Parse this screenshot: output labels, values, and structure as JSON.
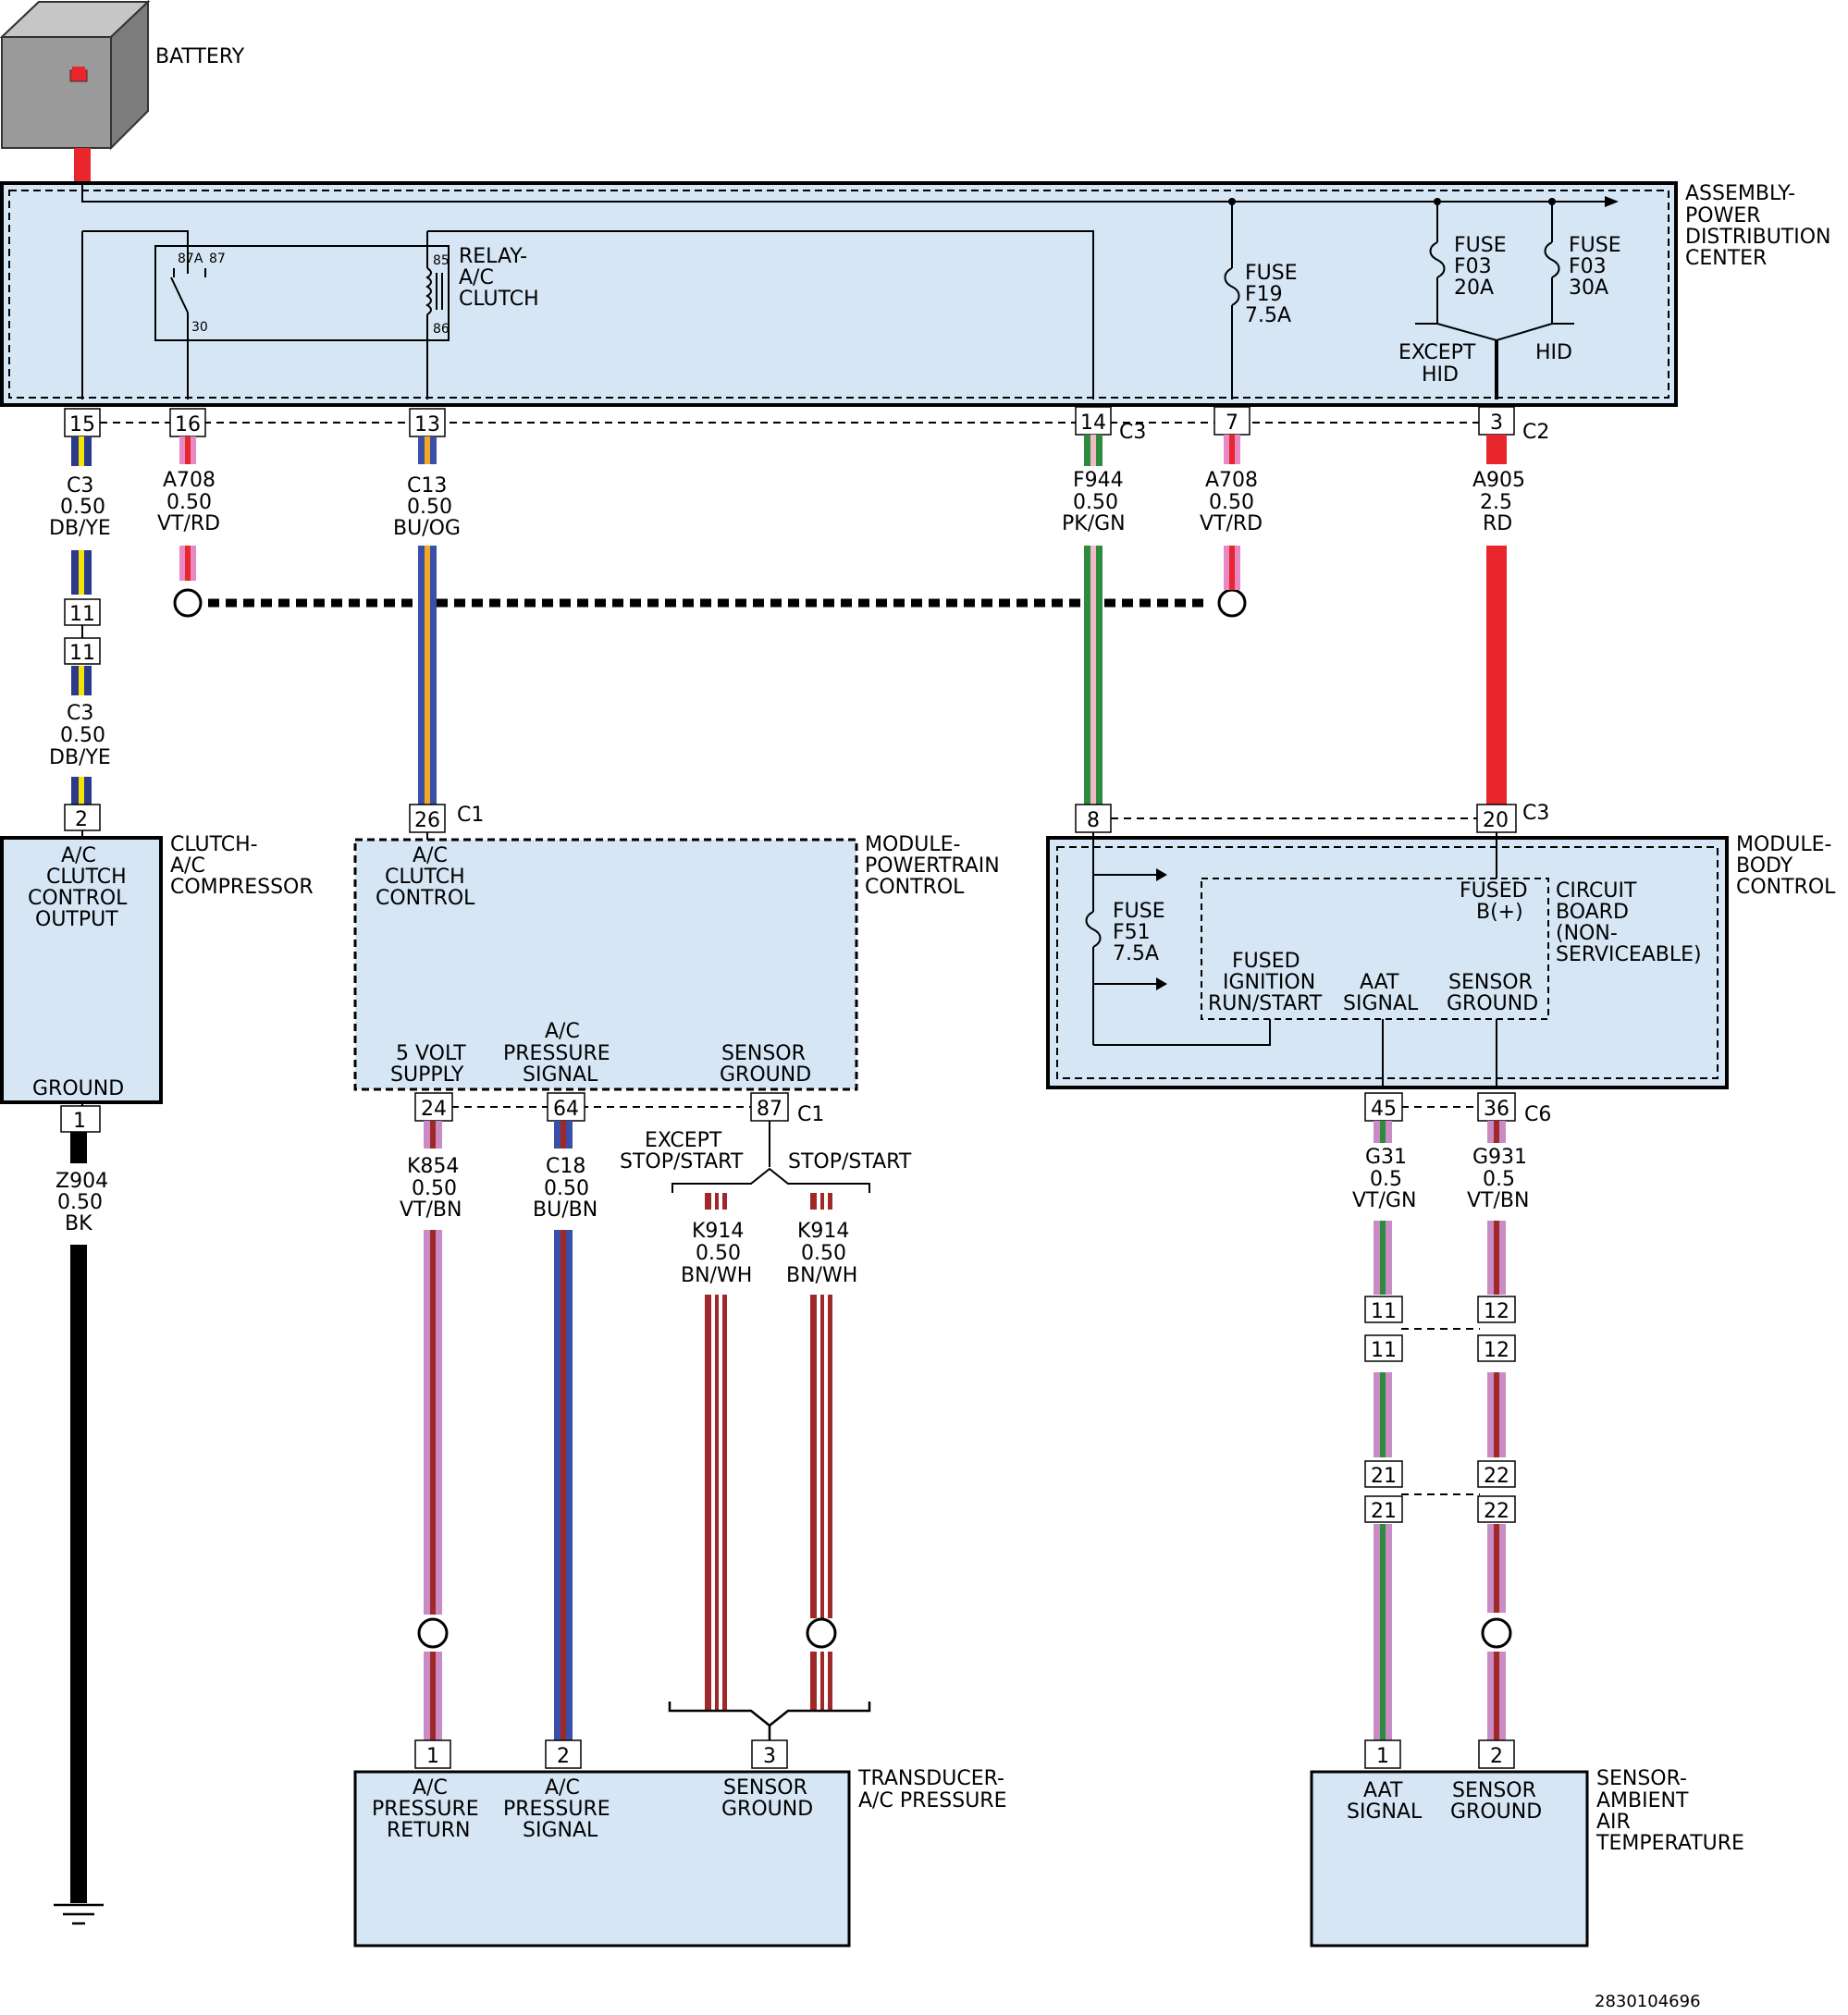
{
  "battery": {
    "label": "BATTERY"
  },
  "pdc": {
    "title": [
      "ASSEMBLY-",
      "POWER",
      "DISTRIBUTION",
      "CENTER"
    ],
    "relay_label": [
      "RELAY-",
      "A/C",
      "CLUTCH"
    ],
    "relay_pins": {
      "p87a": "87A",
      "p87": "87",
      "p30": "30",
      "p85": "85",
      "p86": "86"
    },
    "fuse_f19": [
      "FUSE",
      "F19",
      "7.5A"
    ],
    "fuse_f03_20": [
      "FUSE",
      "F03",
      "20A"
    ],
    "fuse_f03_30": [
      "FUSE",
      "F03",
      "30A"
    ],
    "except_hid": [
      "EXCEPT",
      "HID"
    ],
    "hid": "HID",
    "pins": {
      "p15": "15",
      "p16": "16",
      "p13": "13",
      "p14": "14",
      "p7": "7",
      "p3": "3"
    },
    "conn_c3": "C3",
    "conn_c2": "C2"
  },
  "wires": {
    "c3_top": [
      "C3",
      "0.50",
      "DB/YE"
    ],
    "a708_left": [
      "A708",
      "0.50",
      "VT/RD"
    ],
    "c13": [
      "C13",
      "0.50",
      "BU/OG"
    ],
    "f944": [
      "F944",
      "0.50",
      "PK/GN"
    ],
    "a708_right": [
      "A708",
      "0.50",
      "VT/RD"
    ],
    "a905": [
      "A905",
      "2.5",
      "RD"
    ],
    "c3_bottom": [
      "C3",
      "0.50",
      "DB/YE"
    ],
    "z904": [
      "Z904",
      "0.50",
      "BK"
    ],
    "k854": [
      "K854",
      "0.50",
      "VT/BN"
    ],
    "c18": [
      "C18",
      "0.50",
      "BU/BN"
    ],
    "k914_left": [
      "K914",
      "0.50",
      "BN/WH"
    ],
    "k914_right": [
      "K914",
      "0.50",
      "BN/WH"
    ],
    "g31": [
      "G31",
      "0.5",
      "VT/GN"
    ],
    "g931": [
      "G931",
      "0.5",
      "VT/BN"
    ]
  },
  "inline_pins": {
    "p11a": "11",
    "p11b": "11",
    "r11a": "11",
    "r11b": "11",
    "r12a": "12",
    "r12b": "12",
    "r21a": "21",
    "r21b": "21",
    "r22a": "22",
    "r22b": "22"
  },
  "clutch": {
    "title": [
      "CLUTCH-",
      "A/C",
      "COMPRESSOR"
    ],
    "pin2": "2",
    "pin1": "1",
    "output": [
      "A/C",
      "CLUTCH",
      "CONTROL",
      "OUTPUT"
    ],
    "ground": "GROUND"
  },
  "pcm": {
    "title": [
      "MODULE-",
      "POWERTRAIN",
      "CONTROL"
    ],
    "pin26": "26",
    "conn_c1_top": "C1",
    "clutch_control": [
      "A/C",
      "CLUTCH",
      "CONTROL"
    ],
    "five_volt": [
      "5 VOLT",
      "SUPPLY"
    ],
    "pressure_signal": [
      "A/C",
      "PRESSURE",
      "SIGNAL"
    ],
    "sensor_ground": [
      "SENSOR",
      "GROUND"
    ],
    "pin24": "24",
    "pin64": "64",
    "pin87": "87",
    "conn_c1_bottom": "C1",
    "except_stop_start": [
      "EXCEPT",
      "STOP/START"
    ],
    "stop_start": "STOP/START"
  },
  "bcm": {
    "title": [
      "MODULE-",
      "BODY",
      "CONTROL"
    ],
    "pin8": "8",
    "pin20": "20",
    "conn_c3": "C3",
    "fuse_f51": [
      "FUSE",
      "F51",
      "7.5A"
    ],
    "fused_b": [
      "FUSED",
      "B(+)"
    ],
    "circuit_board": [
      "CIRCUIT",
      "BOARD",
      "(NON-",
      "SERVICEABLE)"
    ],
    "fused_ign": [
      "FUSED",
      "IGNITION",
      "RUN/START"
    ],
    "aat_signal": [
      "AAT",
      "SIGNAL"
    ],
    "sensor_ground": [
      "SENSOR",
      "GROUND"
    ],
    "pin45": "45",
    "pin36": "36",
    "conn_c6": "C6"
  },
  "transducer": {
    "title": [
      "TRANSDUCER-",
      "A/C PRESSURE"
    ],
    "pin1": "1",
    "pin2": "2",
    "pin3": "3",
    "pressure_return": [
      "A/C",
      "PRESSURE",
      "RETURN"
    ],
    "pressure_signal": [
      "A/C",
      "PRESSURE",
      "SIGNAL"
    ],
    "sensor_ground": [
      "SENSOR",
      "GROUND"
    ]
  },
  "aat_sensor": {
    "title": [
      "SENSOR-",
      "AMBIENT",
      "AIR",
      "TEMPERATURE"
    ],
    "pin1": "1",
    "pin2": "2",
    "aat_signal": [
      "AAT",
      "SIGNAL"
    ],
    "sensor_ground": [
      "SENSOR",
      "GROUND"
    ]
  },
  "doc_number": "2830104696",
  "colors": {
    "box_fill": "#d6e6f5",
    "red": "#e8262b",
    "yellow": "#f4e400",
    "dark_blue": "#2b3a8c",
    "orange": "#f5a623",
    "blue": "#3a4fa8",
    "pink": "#e58ac4",
    "green": "#2e8b3e",
    "brown": "#a02828",
    "violet": "#c98bc4"
  }
}
